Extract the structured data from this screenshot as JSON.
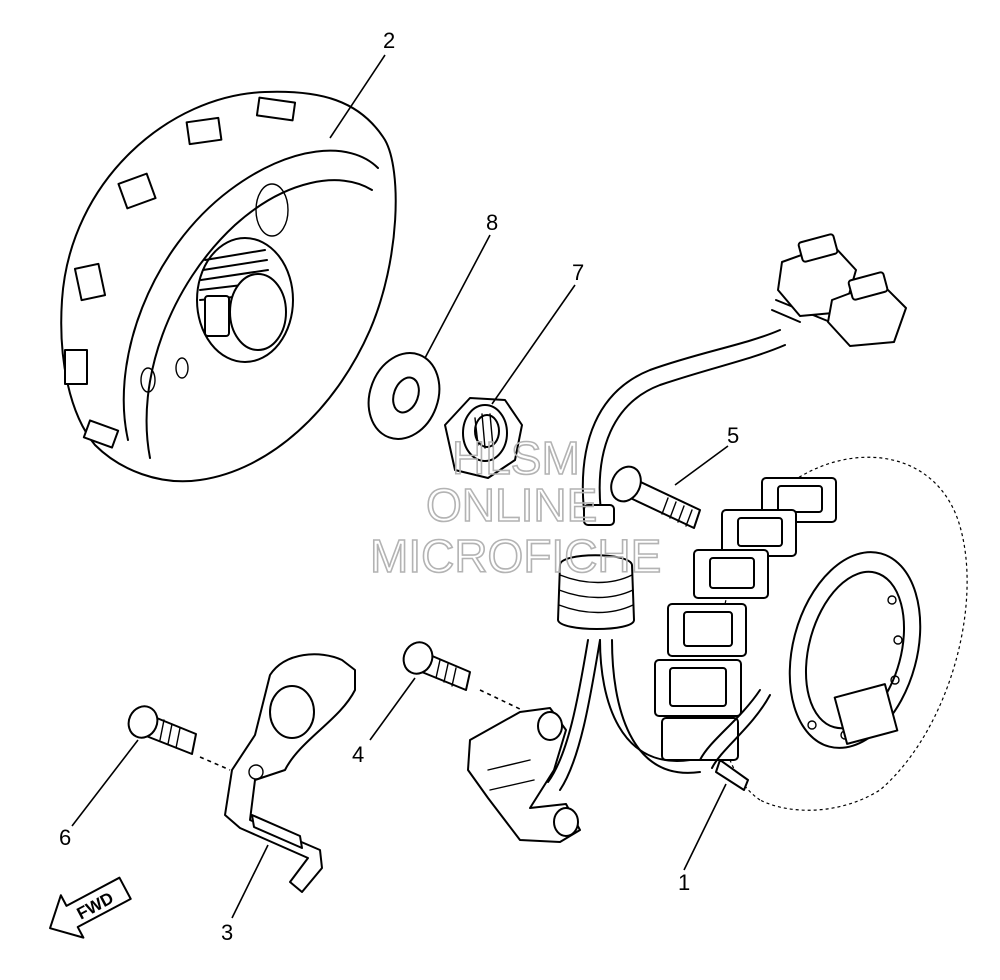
{
  "callouts": [
    {
      "id": "1",
      "label": "1"
    },
    {
      "id": "2",
      "label": "2"
    },
    {
      "id": "3",
      "label": "3"
    },
    {
      "id": "4",
      "label": "4"
    },
    {
      "id": "5",
      "label": "5"
    },
    {
      "id": "6",
      "label": "6"
    },
    {
      "id": "7",
      "label": "7"
    },
    {
      "id": "8",
      "label": "8"
    }
  ],
  "direction_label": "FWD",
  "watermark": {
    "line1": "HLSM",
    "line2": "ONLINE",
    "line3": "MICROFICHE",
    "color": "#b3b3b3"
  }
}
